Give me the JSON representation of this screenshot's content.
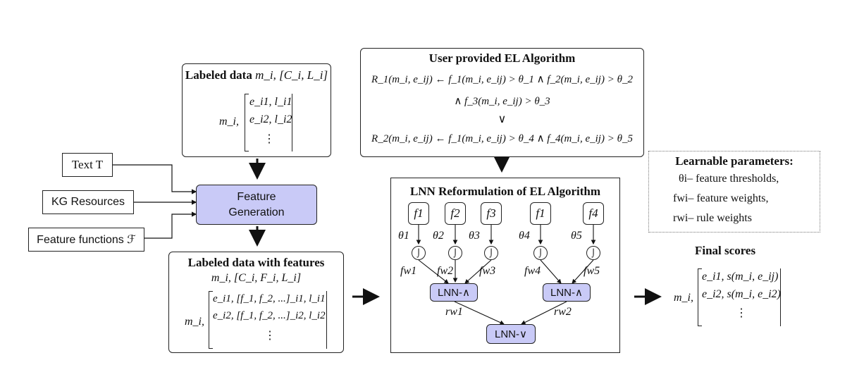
{
  "labeled_data": {
    "title": "Labeled data",
    "title_math": "m_i, [C_i, L_i]",
    "row_label": "m_i,",
    "rows": [
      "e_i1, l_i1",
      "e_i2, l_i2",
      "⋮"
    ]
  },
  "inputs": {
    "text": "Text T",
    "kg": "KG Resources",
    "features": "Feature functions ℱ"
  },
  "feature_generation": {
    "line1": "Feature",
    "line2": "Generation"
  },
  "labeled_features": {
    "title": "Labeled data with features",
    "subtitle": "m_i, [C_i, F_i, L_i]",
    "row_label": "m_i,",
    "rows": [
      "e_i1, [f_1, f_2, ...]_i1, l_i1",
      "e_i2, [f_1, f_2, ...]_i2, l_i2",
      "⋮"
    ]
  },
  "el_algorithm": {
    "title": "User provided EL Algorithm",
    "line1": "R_1(m_i, e_ij) ← f_1(m_i, e_ij) > θ_1 ∧ f_2(m_i, e_ij) > θ_2",
    "line2": "∧ f_3(m_i, e_ij) > θ_3",
    "line3": "∨",
    "line4": "R_2(m_i, e_ij) ← f_1(m_i, e_ij) > θ_4 ∧ f_4(m_i, e_ij) > θ_5"
  },
  "lnn": {
    "title": "LNN Reformulation of EL Algorithm",
    "features": [
      "f1",
      "f2",
      "f3",
      "f1",
      "f4"
    ],
    "thresholds": [
      "θ1",
      "θ2",
      "θ3",
      "θ4",
      "θ5"
    ],
    "weights": [
      "fw1",
      "fw2",
      "fw3",
      "fw4",
      "fw5"
    ],
    "and_label": "LNN-∧",
    "or_label": "LNN-∨",
    "rule_weights": [
      "rw1",
      "rw2"
    ]
  },
  "learnable": {
    "title": "Learnable parameters:",
    "items": [
      "θi– feature thresholds,",
      "fwi– feature weights,",
      "rwi– rule weights"
    ]
  },
  "final_scores": {
    "title": "Final scores",
    "row_label": "m_i,",
    "rows": [
      "e_i1, s(m_i, e_ij)",
      "e_i2, s(m_i, e_i2)",
      "⋮"
    ]
  }
}
